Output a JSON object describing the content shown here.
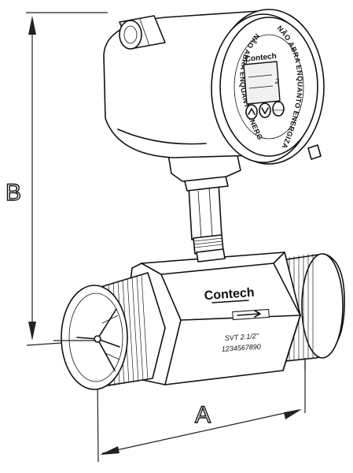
{
  "brand": "Contech",
  "display_ring": {
    "text_left": "NÃO ABRA ENQUANTO ENERGIZADO",
    "text_right": "NÃO ABRA ENQUANTO ENERGIZADO"
  },
  "display_digit": "2",
  "keypad_button_label": "ENTER",
  "nameplate": {
    "model": "SVT 2.1/2\"",
    "serial": "1234567890"
  },
  "dimensions": {
    "height_label": "B",
    "length_label": "A"
  }
}
